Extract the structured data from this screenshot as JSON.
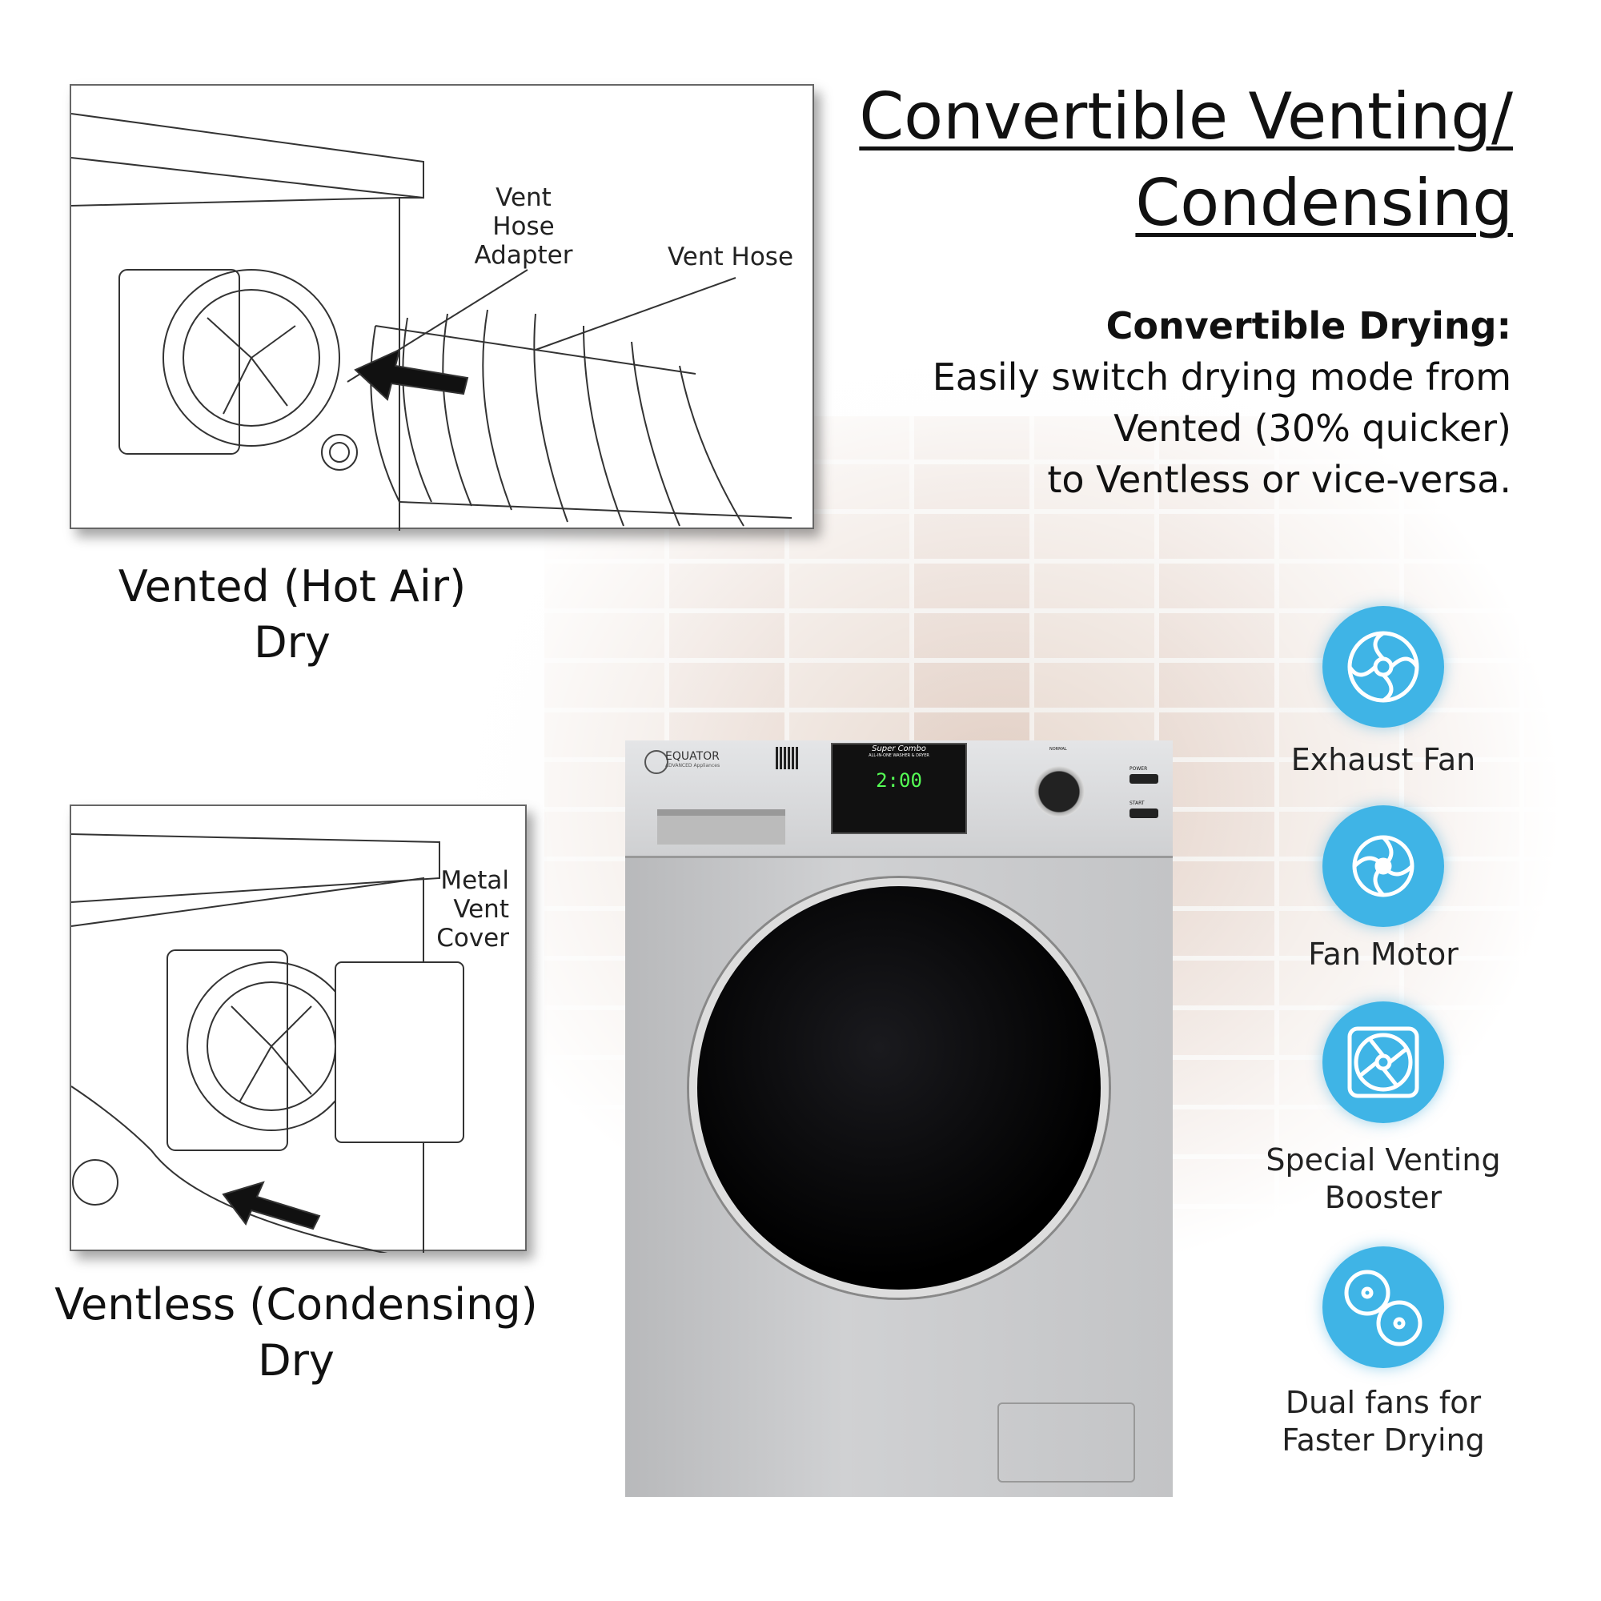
{
  "header": {
    "title_line1": "Convertible Venting/",
    "title_line2": "Condensing"
  },
  "description": {
    "heading": "Convertible Drying:",
    "line1": "Easily switch drying mode from",
    "line2": "Vented (30% quicker)",
    "line3": "to Ventless or vice-versa."
  },
  "vented": {
    "label_adapter_1": "Vent Hose",
    "label_adapter_2": "Adapter",
    "label_hose": "Vent Hose",
    "caption_1": "Vented (Hot Air)",
    "caption_2": "Dry"
  },
  "ventless": {
    "label_1": "Metal",
    "label_2": "Vent",
    "label_3": "Cover",
    "caption_1": "Ventless (Condensing)",
    "caption_2": "Dry"
  },
  "features": [
    {
      "icon": "exhaust-fan-icon",
      "label_1": "Exhaust Fan",
      "label_2": ""
    },
    {
      "icon": "fan-motor-icon",
      "label_1": "Fan Motor",
      "label_2": ""
    },
    {
      "icon": "venting-booster-icon",
      "label_1": "Special Venting",
      "label_2": "Booster"
    },
    {
      "icon": "dual-fans-icon",
      "label_1": "Dual fans for",
      "label_2": "Faster Drying"
    }
  ],
  "washer": {
    "brand": "EQUATOR",
    "brand_sub": "ADVANCED Appliances",
    "model": "Super Combo",
    "model_sub": "ALL-IN-ONE WASHER & DRYER",
    "display_time": "2:00",
    "dial_top": "NORMAL",
    "power": "POWER",
    "start": "START"
  },
  "colors": {
    "icon_blue": "#3fb4e6",
    "washer_silver": "#c9cacc"
  }
}
